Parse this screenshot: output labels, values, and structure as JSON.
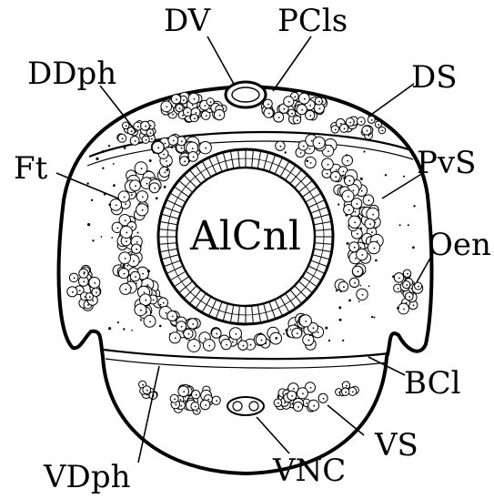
{
  "diagram": {
    "center_label": "AlCnl",
    "labels": {
      "dv": "DV",
      "pcls": "PCls",
      "ddph": "DDph",
      "ds": "DS",
      "ft": "Ft",
      "pvs": "PvS",
      "oen": "Oen",
      "bcl": "BCl",
      "vs": "VS",
      "vnc": "VNC",
      "vdph": "VDph"
    }
  }
}
